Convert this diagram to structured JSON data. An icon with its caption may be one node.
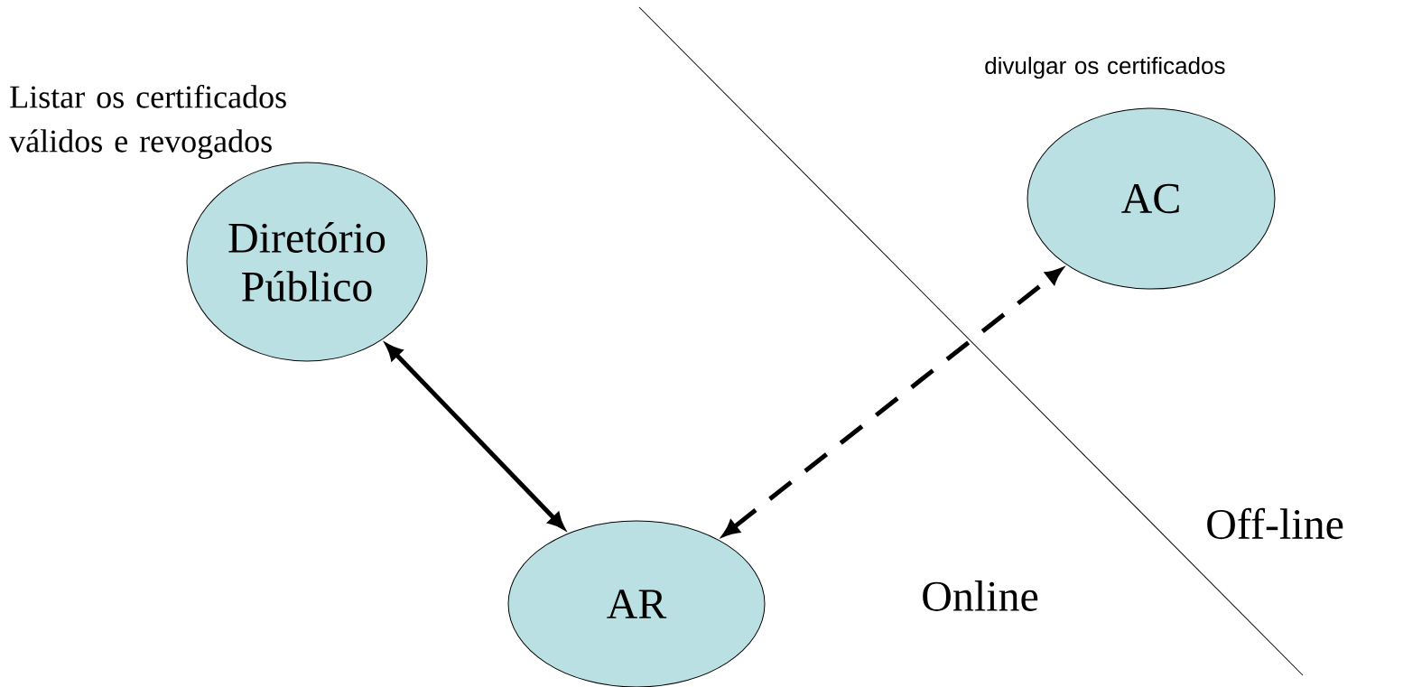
{
  "diagram": {
    "nodes": [
      {
        "text": [
          "Diretório Público"
        ],
        "beside": [
          "Listar os certificados válidos e revogados"
        ]
      },
      {
        "text": [
          "AC"
        ],
        "beside": [
          "divulgar os certificados"
        ]
      },
      {
        "text": [
          "AR"
        ]
      }
    ],
    "edges": [
      {
        "from": 0,
        "to": 2,
        "arrow": "both"
      },
      {
        "from": 2,
        "to": 1,
        "arrow": "both",
        "style": "dashed"
      }
    ],
    "labels": [
      "Online",
      "Off-line"
    ]
  }
}
